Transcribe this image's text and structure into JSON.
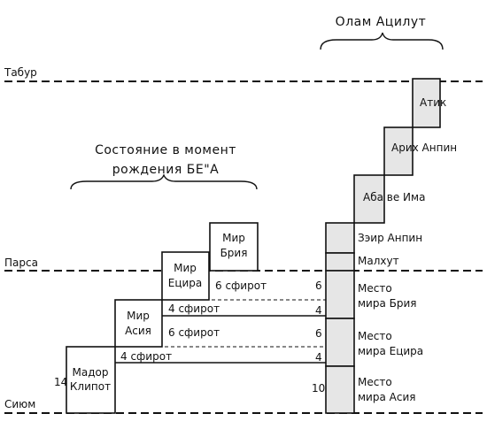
{
  "levels": {
    "tabur": "Табур",
    "parsa": "Парса",
    "siyum": "Сиюм"
  },
  "titles": {
    "olam_atzilut": "Олам Ацилут",
    "state_line1": "Состояние в момент",
    "state_line2": "рождения БЕ\"А"
  },
  "worlds": {
    "mador_line1": "Мадор",
    "mador_line2": "Клипот",
    "mador_number": "14",
    "asia_line1": "Мир",
    "asia_line2": "Асия",
    "yetzira_line1": "Мир",
    "yetzira_line2": "Ецира",
    "bria_line1": "Мир",
    "bria_line2": "Брия"
  },
  "sefirot": [
    {
      "label": "6 сфирот",
      "count": "6"
    },
    {
      "label": "4 сфирот",
      "count": "4"
    },
    {
      "label": "6 сфирот",
      "count": "6"
    },
    {
      "label": "4 сфирот",
      "count": "4"
    }
  ],
  "bottom_number": "10",
  "partzufim": {
    "atik": "Атик",
    "arich_anpin": "Арих Анпин",
    "aba_ve_ima": "Аба ве Има",
    "zeir_anpin": "Зэир Анпин",
    "malchut": "Малхут"
  },
  "places": {
    "bria_line1": "Место",
    "bria_line2": "мира Брия",
    "yetzira_line1": "Место",
    "yetzira_line2": "мира Ецира",
    "asia_line1": "Место",
    "asia_line2": "мира Асия"
  }
}
